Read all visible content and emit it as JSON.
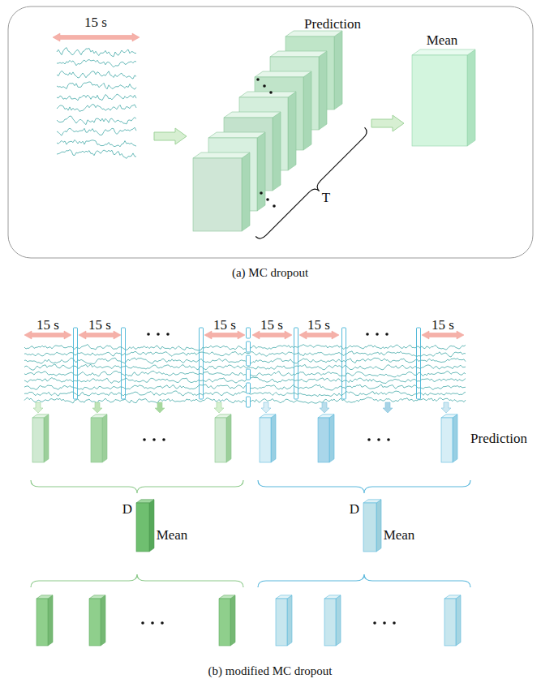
{
  "diagram": {
    "labels": [
      "15 s",
      "Prediction",
      "T",
      "Mean",
      "(a) MC dropout",
      "15 s",
      "15 s",
      "15 s",
      "15 s",
      "15 s",
      "15 s",
      "Prediction",
      "D",
      "Mean",
      "D",
      "Mean",
      "(b) modified MC dropout"
    ]
  }
}
